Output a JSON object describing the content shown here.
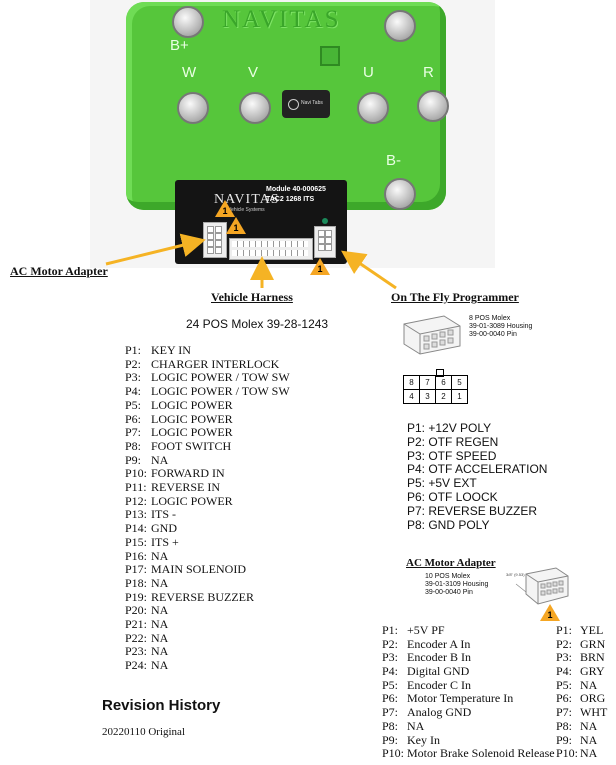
{
  "photo": {
    "controller_logo": "NAVITAS",
    "terminals": {
      "b_plus": "B+",
      "w": "W",
      "v": "V",
      "u": "U",
      "r": "R",
      "b_minus": "B-"
    },
    "module_logo": "NAVITAS",
    "module_sub": "Vehicle Systems",
    "module_line1": "Module 40-000625",
    "module_line2": "TAC2 1268 ITS",
    "badge_text": "Navi Tabs",
    "warning_marker": "1"
  },
  "labels": {
    "ac_motor_adapter": "AC Motor Adapter",
    "vehicle_harness": "Vehicle Harness",
    "on_the_fly_programmer": "On The Fly Programmer"
  },
  "vehicle_harness": {
    "connector": "24 POS Molex  39-28-1243",
    "pins": [
      {
        "pin": "P1:",
        "signal": "KEY IN"
      },
      {
        "pin": "P2:",
        "signal": "CHARGER INTERLOCK"
      },
      {
        "pin": "P3:",
        "signal": "LOGIC POWER / TOW SW"
      },
      {
        "pin": "P4:",
        "signal": "LOGIC POWER / TOW SW"
      },
      {
        "pin": "P5:",
        "signal": "LOGIC POWER"
      },
      {
        "pin": "P6:",
        "signal": "LOGIC POWER"
      },
      {
        "pin": "P7:",
        "signal": "LOGIC POWER"
      },
      {
        "pin": "P8:",
        "signal": "FOOT SWITCH"
      },
      {
        "pin": "P9:",
        "signal": "NA"
      },
      {
        "pin": "P10:",
        "signal": "FORWARD IN"
      },
      {
        "pin": "P11:",
        "signal": "REVERSE IN"
      },
      {
        "pin": "P12:",
        "signal": "LOGIC POWER"
      },
      {
        "pin": "P13:",
        "signal": "ITS -"
      },
      {
        "pin": "P14:",
        "signal": "GND"
      },
      {
        "pin": "P15:",
        "signal": "ITS +"
      },
      {
        "pin": "P16:",
        "signal": "NA"
      },
      {
        "pin": "P17:",
        "signal": "MAIN SOLENOID"
      },
      {
        "pin": "P18:",
        "signal": "NA"
      },
      {
        "pin": "P19:",
        "signal": "REVERSE BUZZER"
      },
      {
        "pin": "P20:",
        "signal": "NA"
      },
      {
        "pin": "P21:",
        "signal": "NA"
      },
      {
        "pin": "P22:",
        "signal": "NA"
      },
      {
        "pin": "P23:",
        "signal": "NA"
      },
      {
        "pin": "P24:",
        "signal": "NA"
      }
    ]
  },
  "otf": {
    "molex_line1": "8 POS Molex",
    "molex_line2": "39-01-3089 Housing",
    "molex_line3": "39-00-0040 Pin",
    "grid_top": [
      "8",
      "7",
      "6",
      "5"
    ],
    "grid_bottom": [
      "4",
      "3",
      "2",
      "1"
    ],
    "pins": [
      "P1: +12V POLY",
      "P2: OTF REGEN",
      "P3: OTF SPEED",
      "P4: OTF ACCELERATION",
      "P5: +5V EXT",
      "P6: OTF LOOCK",
      "P7: REVERSE BUZZER",
      "P8: GND POLY"
    ]
  },
  "ac_adapter": {
    "title": "AC Motor Adapter",
    "molex_line1": "10 POS Molex",
    "molex_line2": "39-01-3109 Housing",
    "molex_line3": "39-00-0040 Pin",
    "drawing_dim": "3/8\" (9.53)",
    "pins": [
      {
        "pin": "P1:",
        "signal": "+5V PF",
        "cpin": "P1:",
        "color": "YEL"
      },
      {
        "pin": "P2:",
        "signal": "Encoder A In",
        "cpin": "P2:",
        "color": "GRN"
      },
      {
        "pin": "P3:",
        "signal": "Encoder B In",
        "cpin": "P3:",
        "color": "BRN"
      },
      {
        "pin": "P4:",
        "signal": "Digital GND",
        "cpin": "P4:",
        "color": "GRY"
      },
      {
        "pin": "P5:",
        "signal": "Encoder C In",
        "cpin": "P5:",
        "color": "NA"
      },
      {
        "pin": "P6:",
        "signal": "Motor Temperature In",
        "cpin": "P6:",
        "color": "ORG"
      },
      {
        "pin": "P7:",
        "signal": "Analog GND",
        "cpin": "P7:",
        "color": "WHT"
      },
      {
        "pin": "P8:",
        "signal": "NA",
        "cpin": "P8:",
        "color": "NA"
      },
      {
        "pin": "P9:",
        "signal": "Key In",
        "cpin": "P9:",
        "color": "NA"
      },
      {
        "pin": "P10:",
        "signal": "Motor Brake Solenoid Release",
        "cpin": "P10:",
        "color": "NA"
      }
    ]
  },
  "revision": {
    "title": "Revision History",
    "entry": "20220110 Original"
  },
  "colors": {
    "controller_green": "#56c63b",
    "arrow_orange": "#f5b324",
    "warning_orange": "#f5a623"
  }
}
